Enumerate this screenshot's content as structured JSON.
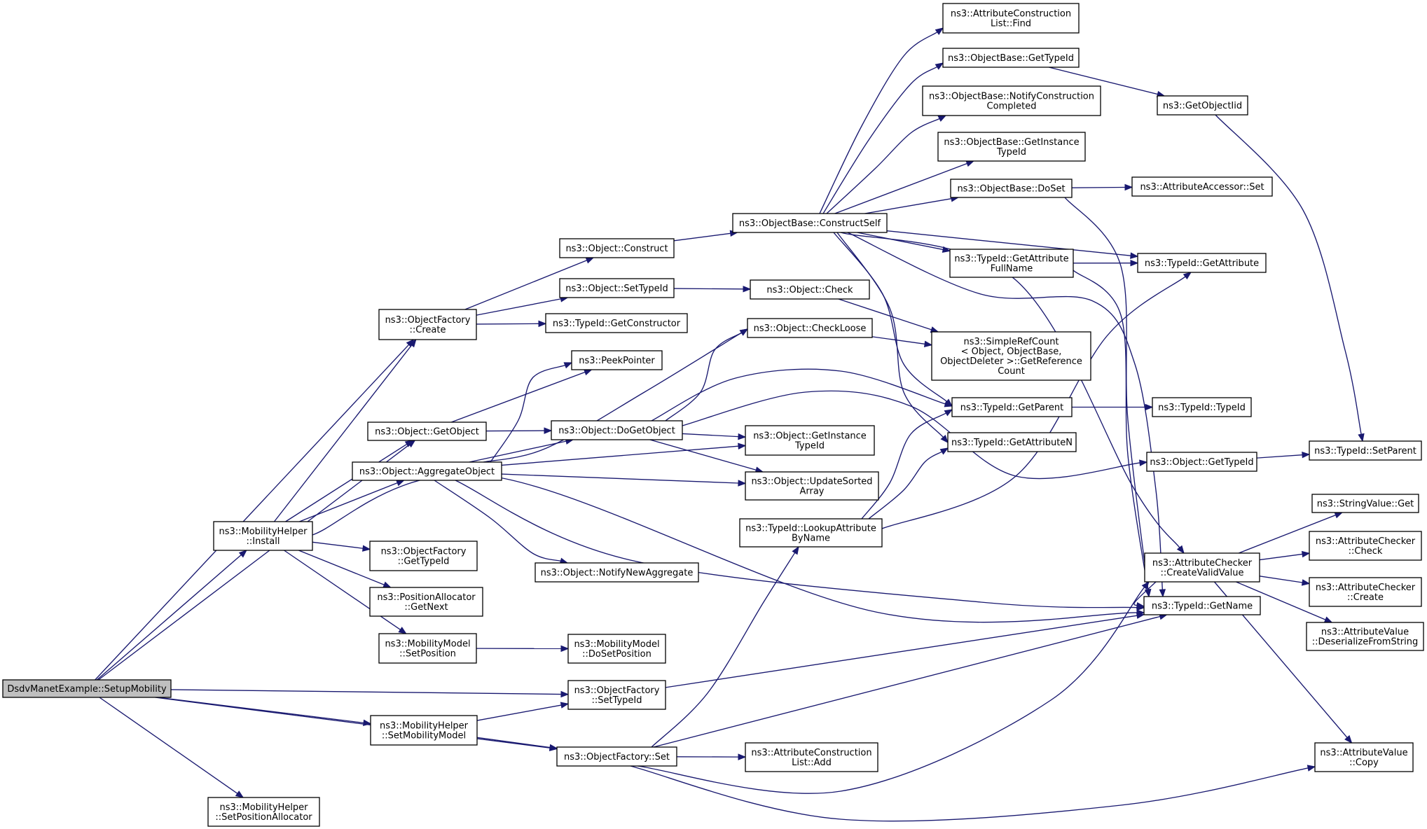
{
  "diagram": {
    "nodes": [
      {
        "id": "setup_mobility",
        "lines": [
          "DsdvManetExample::SetupMobility"
        ],
        "root": true
      },
      {
        "id": "of_create",
        "lines": [
          "ns3::ObjectFactory",
          "::Create"
        ]
      },
      {
        "id": "obj_getobject",
        "lines": [
          "ns3::Object::GetObject"
        ]
      },
      {
        "id": "obj_aggregate",
        "lines": [
          "ns3::Object::AggregateObject"
        ]
      },
      {
        "id": "mh_install",
        "lines": [
          "ns3::MobilityHelper",
          "::Install"
        ]
      },
      {
        "id": "of_gettypeid",
        "lines": [
          "ns3::ObjectFactory",
          "::GetTypeId"
        ]
      },
      {
        "id": "pa_getnext",
        "lines": [
          "ns3::PositionAllocator",
          "::GetNext"
        ]
      },
      {
        "id": "mm_setposition",
        "lines": [
          "ns3::MobilityModel",
          "::SetPosition"
        ]
      },
      {
        "id": "mh_setmobilitymodel",
        "lines": [
          "ns3::MobilityHelper",
          "::SetMobilityModel"
        ]
      },
      {
        "id": "mh_setposalloc",
        "lines": [
          "ns3::MobilityHelper",
          "::SetPositionAllocator"
        ]
      },
      {
        "id": "obj_construct",
        "lines": [
          "ns3::Object::Construct"
        ]
      },
      {
        "id": "obj_settypeid",
        "lines": [
          "ns3::Object::SetTypeId"
        ]
      },
      {
        "id": "tid_getconstructor",
        "lines": [
          "ns3::TypeId::GetConstructor"
        ]
      },
      {
        "id": "peekpointer",
        "lines": [
          "ns3::PeekPointer"
        ]
      },
      {
        "id": "obj_dogetobject",
        "lines": [
          "ns3::Object::DoGetObject"
        ]
      },
      {
        "id": "obj_notifynewagg",
        "lines": [
          "ns3::Object::NotifyNewAggregate"
        ]
      },
      {
        "id": "mm_dosetposition",
        "lines": [
          "ns3::MobilityModel",
          "::DoSetPosition"
        ]
      },
      {
        "id": "of_settypeid",
        "lines": [
          "ns3::ObjectFactory",
          "::SetTypeId"
        ]
      },
      {
        "id": "of_set",
        "lines": [
          "ns3::ObjectFactory::Set"
        ]
      },
      {
        "id": "ob_constructself",
        "lines": [
          "ns3::ObjectBase::ConstructSelf"
        ]
      },
      {
        "id": "obj_check",
        "lines": [
          "ns3::Object::Check"
        ]
      },
      {
        "id": "obj_checkloose",
        "lines": [
          "ns3::Object::CheckLoose"
        ]
      },
      {
        "id": "obj_getinstancetypeid",
        "lines": [
          "ns3::Object::GetInstance",
          "TypeId"
        ]
      },
      {
        "id": "obj_updatesortedarray",
        "lines": [
          "ns3::Object::UpdateSorted",
          "Array"
        ]
      },
      {
        "id": "tid_lookupattrbyname",
        "lines": [
          "ns3::TypeId::LookupAttribute",
          "ByName"
        ]
      },
      {
        "id": "acl_add",
        "lines": [
          "ns3::AttributeConstruction",
          "List::Add"
        ]
      },
      {
        "id": "acl_find",
        "lines": [
          "ns3::AttributeConstruction",
          "List::Find"
        ]
      },
      {
        "id": "ob_gettypeid",
        "lines": [
          "ns3::ObjectBase::GetTypeId"
        ]
      },
      {
        "id": "ob_notifyconstruction",
        "lines": [
          "ns3::ObjectBase::NotifyConstruction",
          "Completed"
        ]
      },
      {
        "id": "ob_getinstancetypeid",
        "lines": [
          "ns3::ObjectBase::GetInstance",
          "TypeId"
        ]
      },
      {
        "id": "ob_doset",
        "lines": [
          "ns3::ObjectBase::DoSet"
        ]
      },
      {
        "id": "tid_getattrfullname",
        "lines": [
          "ns3::TypeId::GetAttribute",
          "FullName"
        ]
      },
      {
        "id": "srefcount",
        "lines": [
          "ns3::SimpleRefCount",
          "< Object, ObjectBase,",
          " ObjectDeleter >::GetReference",
          "Count"
        ]
      },
      {
        "id": "tid_getparent",
        "lines": [
          "ns3::TypeId::GetParent"
        ]
      },
      {
        "id": "tid_getattributen",
        "lines": [
          "ns3::TypeId::GetAttributeN"
        ]
      },
      {
        "id": "getobjectiid",
        "lines": [
          "ns3::GetObjectIid"
        ]
      },
      {
        "id": "aa_set",
        "lines": [
          "ns3::AttributeAccessor::Set"
        ]
      },
      {
        "id": "tid_getattribute",
        "lines": [
          "ns3::TypeId::GetAttribute"
        ]
      },
      {
        "id": "tid_typeid",
        "lines": [
          "ns3::TypeId::TypeId"
        ]
      },
      {
        "id": "obj_gettypeid",
        "lines": [
          "ns3::Object::GetTypeId"
        ]
      },
      {
        "id": "ac_createvalidvalue",
        "lines": [
          "ns3::AttributeChecker",
          "::CreateValidValue"
        ]
      },
      {
        "id": "tid_getname",
        "lines": [
          "ns3::TypeId::GetName"
        ]
      },
      {
        "id": "tid_setparent",
        "lines": [
          "ns3::TypeId::SetParent"
        ]
      },
      {
        "id": "sv_get",
        "lines": [
          "ns3::StringValue::Get"
        ]
      },
      {
        "id": "ac_check",
        "lines": [
          "ns3::AttributeChecker",
          "::Check"
        ]
      },
      {
        "id": "ac_create",
        "lines": [
          "ns3::AttributeChecker",
          "::Create"
        ]
      },
      {
        "id": "av_deserialize",
        "lines": [
          "ns3::AttributeValue",
          "::DeserializeFromString"
        ]
      },
      {
        "id": "av_copy",
        "lines": [
          "ns3::AttributeValue",
          "::Copy"
        ]
      }
    ],
    "edges": [
      [
        "setup_mobility",
        "of_create"
      ],
      [
        "setup_mobility",
        "obj_getobject"
      ],
      [
        "setup_mobility",
        "mh_install"
      ],
      [
        "setup_mobility",
        "of_settypeid"
      ],
      [
        "setup_mobility",
        "mh_setmobilitymodel"
      ],
      [
        "setup_mobility",
        "of_set"
      ],
      [
        "setup_mobility",
        "mh_setposalloc"
      ],
      [
        "mh_install",
        "of_create"
      ],
      [
        "mh_install",
        "obj_getobject"
      ],
      [
        "mh_install",
        "obj_aggregate"
      ],
      [
        "mh_install",
        "of_gettypeid"
      ],
      [
        "mh_install",
        "pa_getnext"
      ],
      [
        "mh_install",
        "mm_setposition"
      ],
      [
        "mh_install",
        "tid_getname"
      ],
      [
        "of_create",
        "obj_construct"
      ],
      [
        "of_create",
        "obj_settypeid"
      ],
      [
        "of_create",
        "tid_getconstructor"
      ],
      [
        "obj_getobject",
        "peekpointer"
      ],
      [
        "obj_getobject",
        "obj_dogetobject"
      ],
      [
        "obj_aggregate",
        "peekpointer"
      ],
      [
        "obj_aggregate",
        "obj_checkloose"
      ],
      [
        "obj_aggregate",
        "obj_dogetobject"
      ],
      [
        "obj_aggregate",
        "obj_getinstancetypeid"
      ],
      [
        "obj_aggregate",
        "obj_updatesortedarray"
      ],
      [
        "obj_aggregate",
        "obj_notifynewagg"
      ],
      [
        "obj_aggregate",
        "tid_getname"
      ],
      [
        "mm_setposition",
        "mm_dosetposition"
      ],
      [
        "mh_setmobilitymodel",
        "of_settypeid"
      ],
      [
        "mh_setmobilitymodel",
        "of_set"
      ],
      [
        "of_settypeid",
        "tid_getname"
      ],
      [
        "of_set",
        "tid_lookupattrbyname"
      ],
      [
        "of_set",
        "acl_add"
      ],
      [
        "of_set",
        "ac_createvalidvalue"
      ],
      [
        "of_set",
        "tid_getname"
      ],
      [
        "of_set",
        "av_copy"
      ],
      [
        "obj_construct",
        "ob_constructself"
      ],
      [
        "obj_settypeid",
        "obj_check"
      ],
      [
        "obj_check",
        "srefcount"
      ],
      [
        "obj_checkloose",
        "srefcount"
      ],
      [
        "obj_dogetobject",
        "obj_checkloose"
      ],
      [
        "obj_dogetobject",
        "tid_getparent"
      ],
      [
        "obj_dogetobject",
        "obj_gettypeid"
      ],
      [
        "obj_dogetobject",
        "obj_getinstancetypeid"
      ],
      [
        "obj_dogetobject",
        "obj_updatesortedarray"
      ],
      [
        "tid_lookupattrbyname",
        "tid_getparent"
      ],
      [
        "tid_lookupattrbyname",
        "tid_getattributen"
      ],
      [
        "tid_lookupattrbyname",
        "tid_getattribute"
      ],
      [
        "ob_constructself",
        "acl_find"
      ],
      [
        "ob_constructself",
        "ob_gettypeid"
      ],
      [
        "ob_constructself",
        "ob_notifyconstruction"
      ],
      [
        "ob_constructself",
        "ob_getinstancetypeid"
      ],
      [
        "ob_constructself",
        "ob_doset"
      ],
      [
        "ob_constructself",
        "tid_getattrfullname"
      ],
      [
        "ob_constructself",
        "tid_getattribute"
      ],
      [
        "ob_constructself",
        "tid_getparent"
      ],
      [
        "ob_constructself",
        "tid_getattributen"
      ],
      [
        "ob_constructself",
        "ac_createvalidvalue"
      ],
      [
        "ob_constructself",
        "tid_getname"
      ],
      [
        "ob_gettypeid",
        "getobjectiid"
      ],
      [
        "getobjectiid",
        "tid_setparent"
      ],
      [
        "ob_doset",
        "aa_set"
      ],
      [
        "ob_doset",
        "tid_getname"
      ],
      [
        "tid_getattrfullname",
        "tid_getattribute"
      ],
      [
        "tid_getattrfullname",
        "tid_getname"
      ],
      [
        "tid_getparent",
        "tid_typeid"
      ],
      [
        "obj_gettypeid",
        "tid_setparent"
      ],
      [
        "ac_createvalidvalue",
        "sv_get"
      ],
      [
        "ac_createvalidvalue",
        "ac_check"
      ],
      [
        "ac_createvalidvalue",
        "ac_create"
      ],
      [
        "ac_createvalidvalue",
        "av_deserialize"
      ],
      [
        "ac_createvalidvalue",
        "av_copy"
      ],
      [
        "ac_createvalidvalue",
        "tid_getname"
      ]
    ]
  }
}
